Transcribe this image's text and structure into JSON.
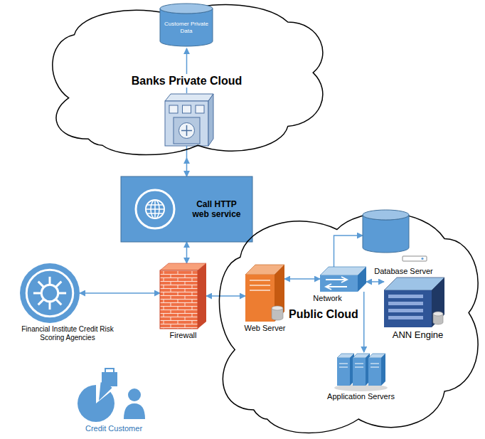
{
  "diagram": {
    "nodes": [
      {
        "text": [
          "Banks Private Cloud"
        ]
      },
      {
        "text": [
          "Customer Private Data"
        ],
        "in": 0
      },
      {
        "text": [
          "Call HTTP web service"
        ]
      },
      {
        "text": [
          "Financial Institute Credit Risk Scoring Agencies"
        ]
      },
      {
        "text": [
          "Firewall"
        ]
      },
      {
        "text": [
          "Public Cloud"
        ]
      },
      {
        "text": [
          "Web Server"
        ],
        "in": 5
      },
      {
        "text": [
          "Network"
        ],
        "in": 5
      },
      {
        "text": [
          "Database Server"
        ],
        "in": 5
      },
      {
        "text": [
          "ANN Engine"
        ],
        "in": 5
      },
      {
        "text": [
          "Application Servers"
        ],
        "in": 5
      },
      {
        "text": [
          "Credit Customer"
        ]
      }
    ],
    "edges": [
      {
        "from": 0,
        "to": 2,
        "arrow": "both"
      },
      {
        "from": 2,
        "to": 4,
        "arrow": "both"
      },
      {
        "from": 3,
        "to": 4,
        "arrow": "both"
      },
      {
        "from": 4,
        "to": 6,
        "arrow": "both"
      },
      {
        "from": 6,
        "to": 7,
        "arrow": "both"
      },
      {
        "from": 7,
        "to": 8,
        "arrow": "to"
      },
      {
        "from": 7,
        "to": 9,
        "arrow": "both"
      },
      {
        "from": 7,
        "to": 10,
        "arrow": "to"
      }
    ]
  }
}
